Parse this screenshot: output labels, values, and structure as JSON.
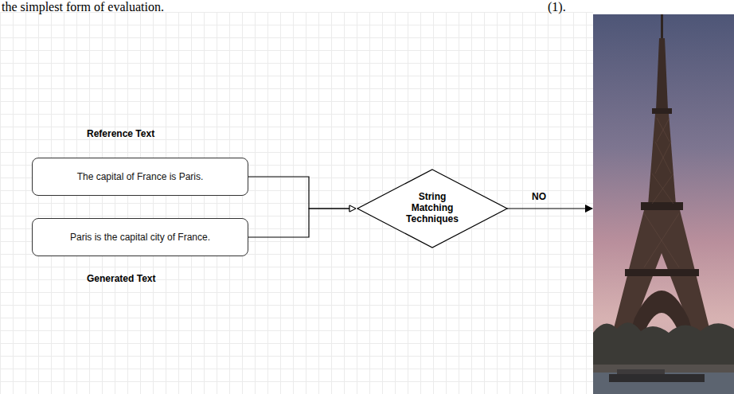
{
  "diagram": {
    "nodes": [
      {
        "text": [
          "Reference Text",
          "The capital of France is Paris."
        ]
      },
      {
        "text": [
          "Paris is the capital city of France.",
          "Generated Text"
        ]
      },
      {
        "text": [
          "String Matching Techniques"
        ]
      }
    ],
    "edges": [
      {
        "from": 0,
        "to": 2,
        "arrow": "to"
      },
      {
        "from": 1,
        "to": 2,
        "arrow": "to"
      }
    ],
    "labels": [
      "the simplest form of evaluation.",
      "(1).",
      "NO"
    ]
  }
}
